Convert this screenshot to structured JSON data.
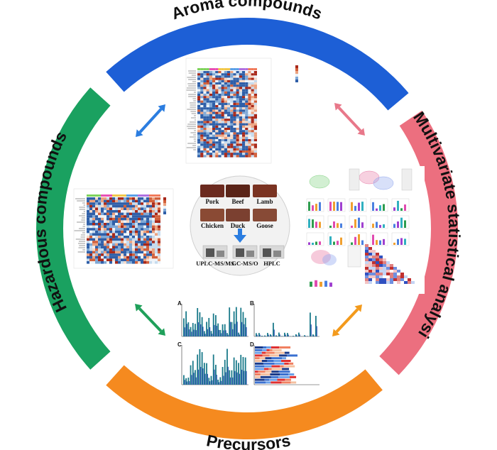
{
  "ring": {
    "segments": [
      {
        "id": "aroma",
        "label": "Aroma compounds",
        "color": "#1d5fd6"
      },
      {
        "id": "multivariate",
        "label": "Multivariate statistical analysis",
        "color": "#ec6f7f"
      },
      {
        "id": "precursors",
        "label": "Precursors",
        "color": "#f58a1f"
      },
      {
        "id": "hazardous",
        "label": "Hazardous compounds",
        "color": "#1aa160"
      }
    ]
  },
  "center": {
    "meats": [
      "Pork",
      "Beef",
      "Lamb",
      "Chicken",
      "Duck",
      "Goose"
    ],
    "techniques": [
      "UPLC-MS/MS",
      "GC-MS/O",
      "HPLC"
    ]
  },
  "precursor_panels": [
    "A",
    "B",
    "C",
    "D"
  ],
  "arrow_colors": {
    "top_left": "#2b7de0",
    "top_right": "#e8788a",
    "bottom_left": "#1fa05a",
    "bottom_right": "#f39a1c"
  }
}
